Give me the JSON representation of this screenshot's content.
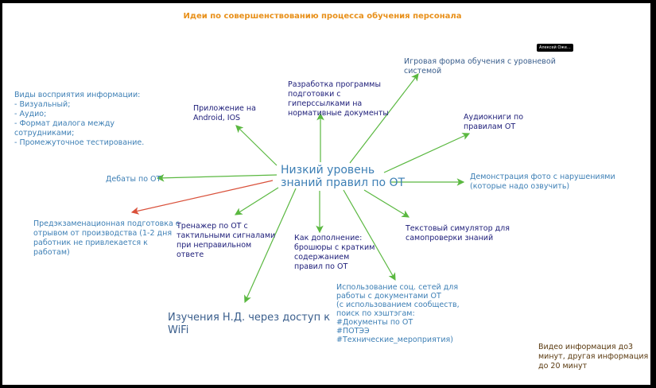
{
  "title": "Идеи по совершенствованию процесса обучения персонала",
  "user_badge": "Алексей Ожe...",
  "center": "Низкий уровень\nзнаний правил по ОТ",
  "nodes": {
    "game": "Игровая форма обучения с уровневой\nсистемой",
    "program": "Разработка программы\nподготовки с\nгиперссылками на\nнормативные документы",
    "app": "Приложение на\nAndroid, IOS",
    "perception": "Виды восприятия информации:\n- Визуальный;\n- Аудио;\n- Формат диалога между\nсотрудниками;\n- Промежуточное тестирование.",
    "audiobooks": "Аудиокниги по\nправилам ОТ",
    "debates": "Дебаты по ОТ",
    "photos": "Демонстрация фото с нарушениями\n(которые надо озвучить)",
    "preexam": "Предэкзаменационная подготовка с\nотрывом от производства (1-2 дня\nработник не привлекается к\nработам)",
    "simulator": "Тренажер по ОТ с\nтактильными сигналами\nпри неправильном\nответе",
    "brochures": "Как дополнение:\nброшюры с кратким\nсодержанием\nправил по ОТ",
    "textsim": "Текстовый симулятор для\nсамопроверки знаний",
    "social": "Использование соц. сетей для\nработы с документами ОТ\n(с использованием сообществ,\nпоиск по хэштэгам:\n#Документы по ОТ\n#ПОТЭЭ\n#Технические_мероприятия)",
    "wifi": "Изучения Н.Д. через доступ к\nWiFi",
    "video": "Видео информация до3\nминут, другая информация\nдо 20 минут"
  },
  "colors": {
    "title": "#e8901a",
    "arrow": "#5ab840",
    "arrow_alt": "#d9503a"
  }
}
